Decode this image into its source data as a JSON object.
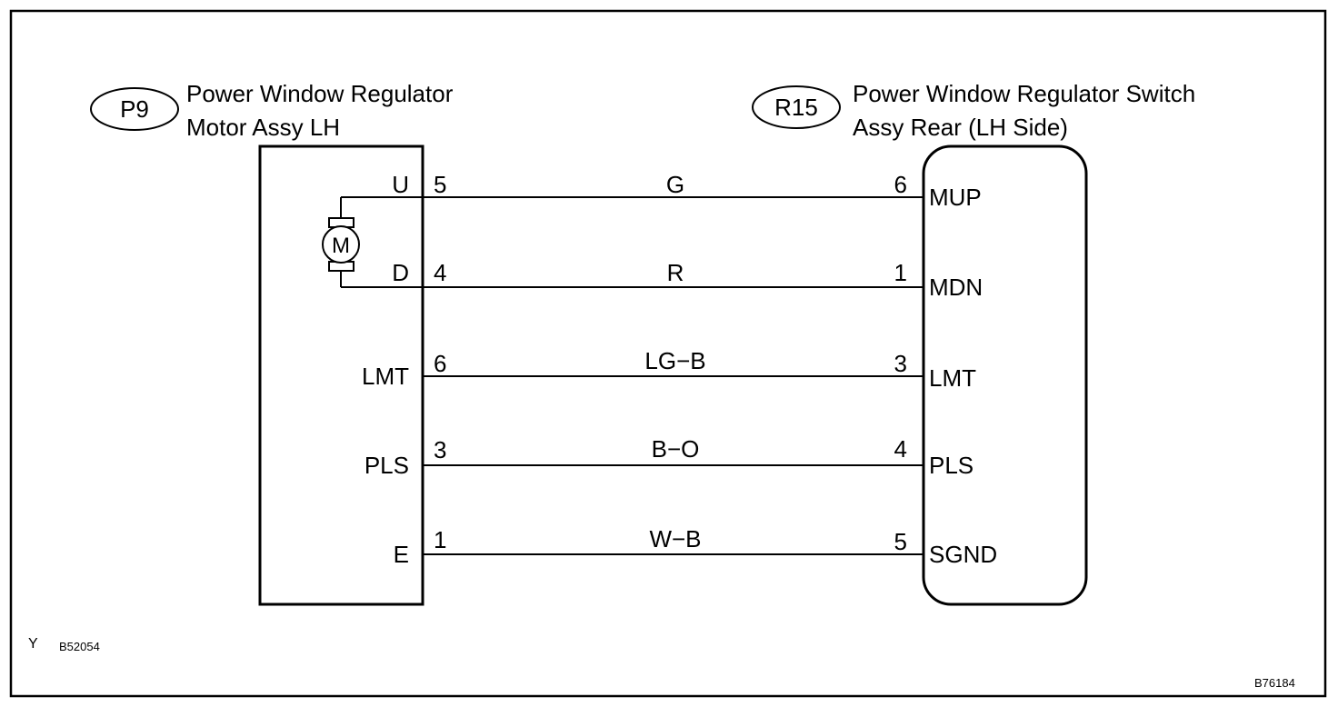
{
  "connectors": {
    "left": {
      "id": "P9",
      "name_line1": "Power Window Regulator",
      "name_line2": "Motor Assy LH",
      "motor_label": "M"
    },
    "right": {
      "id": "R15",
      "name_line1": "Power Window Regulator Switch",
      "name_line2": "Assy Rear (LH Side)"
    }
  },
  "wires": [
    {
      "left_terminal": "U",
      "left_pin": "5",
      "color": "G",
      "right_pin": "6",
      "right_terminal": "MUP"
    },
    {
      "left_terminal": "D",
      "left_pin": "4",
      "color": "R",
      "right_pin": "1",
      "right_terminal": "MDN"
    },
    {
      "left_terminal": "LMT",
      "left_pin": "6",
      "color": "LG−B",
      "right_pin": "3",
      "right_terminal": "LMT"
    },
    {
      "left_terminal": "PLS",
      "left_pin": "3",
      "color": "B−O",
      "right_pin": "4",
      "right_terminal": "PLS"
    },
    {
      "left_terminal": "E",
      "left_pin": "1",
      "color": "W−B",
      "right_pin": "5",
      "right_terminal": "SGND"
    }
  ],
  "footer": {
    "marker": "Y",
    "ref_left": "B52054",
    "ref_right": "B76184"
  }
}
